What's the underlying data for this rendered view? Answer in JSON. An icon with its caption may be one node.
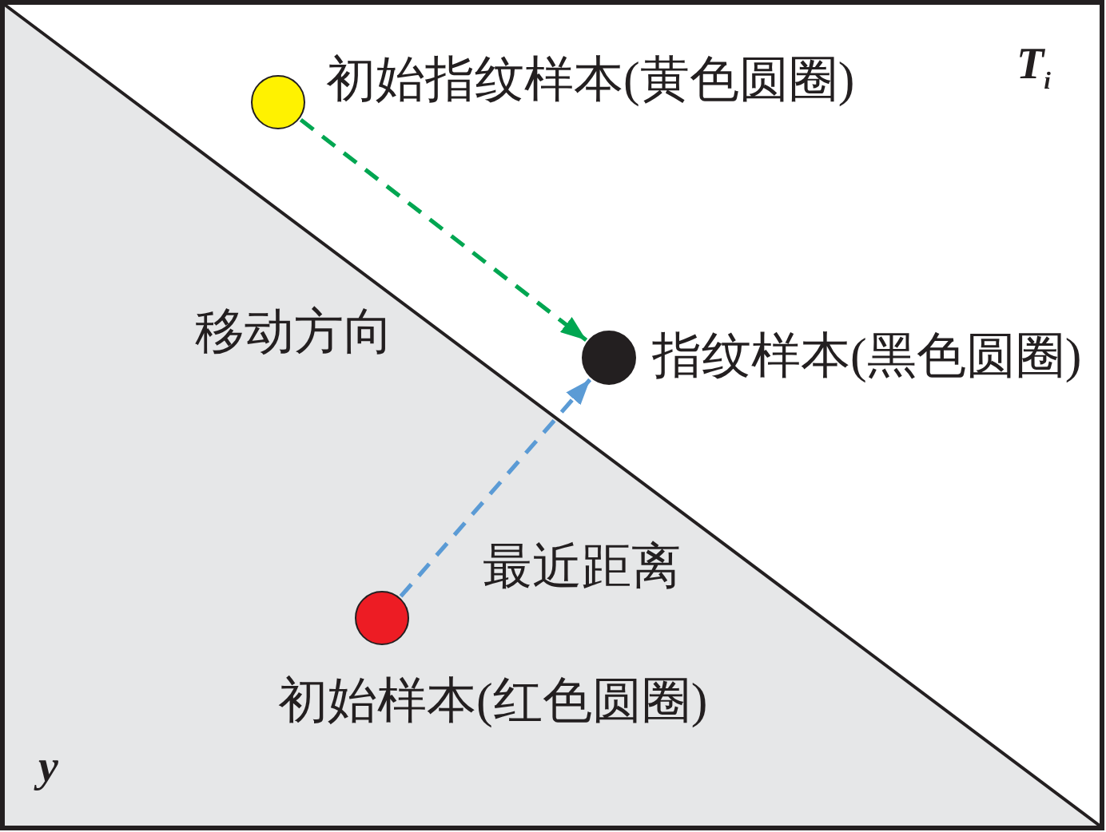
{
  "diagram": {
    "nodes": [
      {
        "text": [],
        "shape": "circle",
        "beside": [
          "初始指纹样本(黄色圆圈)"
        ]
      },
      {
        "text": [],
        "shape": "circle",
        "beside": [
          "指纹样本(黑色圆圈)"
        ]
      },
      {
        "text": [],
        "shape": "circle",
        "beside": [
          "初始样本(红色圆圈)"
        ]
      }
    ],
    "edges": [
      {
        "from": 0,
        "to": 1,
        "arrow": "to",
        "label": "移动方向",
        "style": "dashed",
        "color": "#00a651"
      },
      {
        "from": 2,
        "to": 1,
        "arrow": "to",
        "label": "最近距离",
        "style": "dashed",
        "color": "#5b9bd5"
      }
    ],
    "labels": [
      "T$_{i}$",
      "y"
    ]
  }
}
